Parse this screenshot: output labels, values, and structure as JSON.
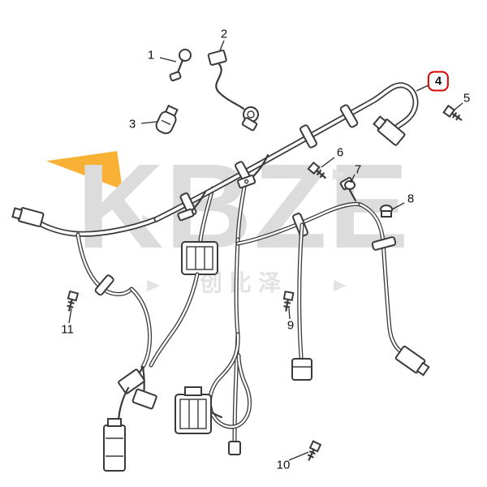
{
  "page": {
    "background_color": "#ffffff",
    "kind": "parts-catalog-exploded-diagram"
  },
  "watermark": {
    "title": "KBZE",
    "subtitle": "创比泽",
    "title_color": "#dcdcdc",
    "accent_color": "#f7a81e"
  },
  "diagram": {
    "subject": "engine wiring harness assembly with numbered part callouts",
    "line_color": "#3a3a3a",
    "highlight_color": "#dd0000",
    "highlighted_callout": "4"
  },
  "callouts": [
    {
      "label": "1",
      "highlighted": false
    },
    {
      "label": "2",
      "highlighted": false
    },
    {
      "label": "3",
      "highlighted": false
    },
    {
      "label": "4",
      "highlighted": true
    },
    {
      "label": "5",
      "highlighted": false
    },
    {
      "label": "6",
      "highlighted": false
    },
    {
      "label": "7",
      "highlighted": false
    },
    {
      "label": "8",
      "highlighted": false
    },
    {
      "label": "9",
      "highlighted": false
    },
    {
      "label": "10",
      "highlighted": false
    },
    {
      "label": "11",
      "highlighted": false
    }
  ]
}
